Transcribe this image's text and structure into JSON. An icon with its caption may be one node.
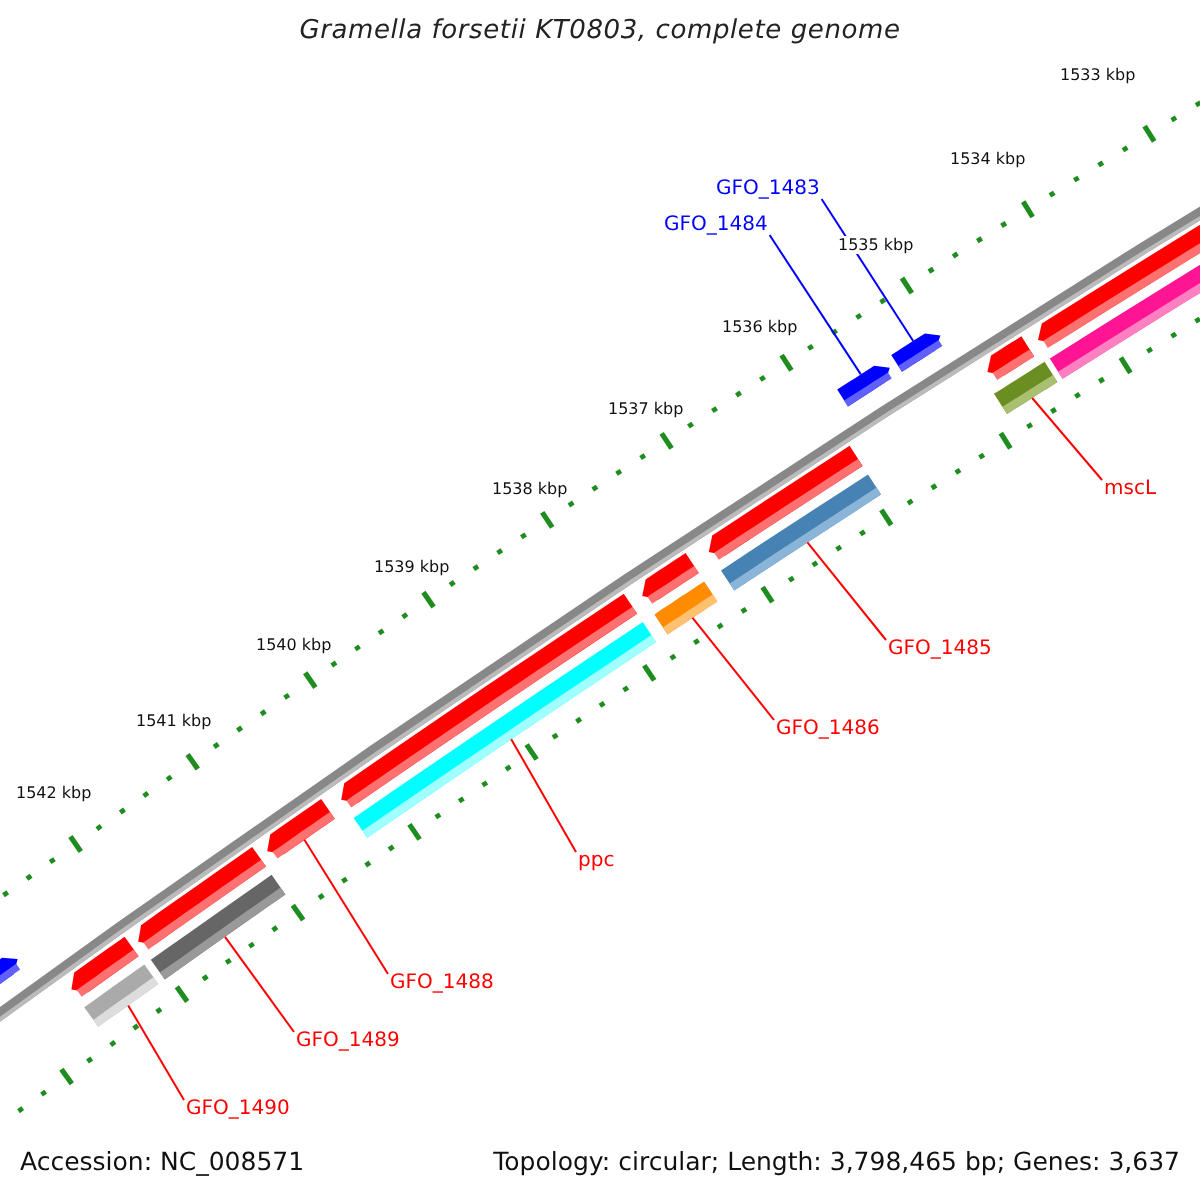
{
  "diagram": {
    "title": "Gramella forsetii KT0803, complete genome",
    "nodes": [
      {
        "text": [
          "GFO_1483"
        ]
      },
      {
        "text": [
          "GFO_1484"
        ]
      },
      {
        "text": [
          "mscL"
        ]
      },
      {
        "text": [
          "GFO_1485"
        ]
      },
      {
        "text": [
          "GFO_1486"
        ]
      },
      {
        "text": [
          "ppc"
        ]
      },
      {
        "text": [
          "GFO_1488"
        ]
      },
      {
        "text": [
          "GFO_1489"
        ]
      },
      {
        "text": [
          "GFO_1490"
        ]
      },
      {
        "text": [],
        "shape": "bar"
      },
      {
        "text": [],
        "shape": "bar"
      },
      {
        "text": [],
        "shape": "bar"
      },
      {
        "text": [],
        "shape": "bar"
      },
      {
        "text": [],
        "shape": "bar"
      },
      {
        "text": [],
        "shape": "bar"
      },
      {
        "text": [],
        "shape": "bar"
      },
      {
        "text": [],
        "shape": "bar"
      },
      {
        "text": [],
        "shape": "bar"
      }
    ],
    "edges": [
      {
        "from": 0,
        "to": 9,
        "arrow": "none",
        "color": "#0000ff"
      },
      {
        "from": 1,
        "to": 10,
        "arrow": "none",
        "color": "#0000ff"
      },
      {
        "from": 2,
        "to": 11,
        "arrow": "none"
      },
      {
        "from": 3,
        "to": 12,
        "arrow": "none"
      },
      {
        "from": 4,
        "to": 13,
        "arrow": "none"
      },
      {
        "from": 5,
        "to": 14,
        "arrow": "none"
      },
      {
        "from": 6,
        "to": 15,
        "arrow": "none"
      },
      {
        "from": 7,
        "to": 16,
        "arrow": "none"
      },
      {
        "from": 8,
        "to": 17,
        "arrow": "none"
      }
    ],
    "labels": [
      "1533 kbp",
      "1534 kbp",
      "1535 kbp",
      "1536 kbp",
      "1537 kbp",
      "1538 kbp",
      "1539 kbp",
      "1540 kbp",
      "1541 kbp",
      "1542 kbp",
      "Accession: NC_008571",
      "Topology: circular; Length: 3,798,465 bp; Genes: 3,637"
    ]
  }
}
